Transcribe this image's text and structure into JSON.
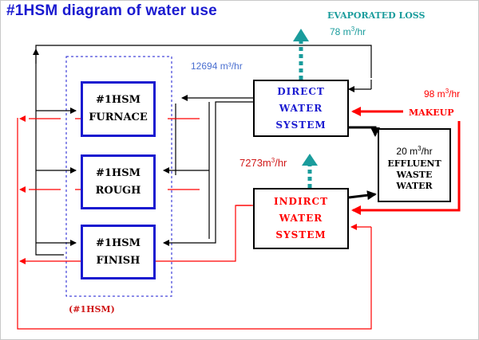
{
  "title": "#1HSM diagram of water use",
  "colors": {
    "title": "#1a1ad0",
    "red": "#ff0000",
    "teal": "#1a9c9c",
    "blue_box": "#1a1ad0",
    "line": "#000000"
  },
  "nodes": {
    "furnace": "#1HSM\nFURNACE",
    "rough": "#1HSM\nROUGH",
    "finish": "#1HSM\nFINISH",
    "direct": "DIRECT WATER\nSYSTEM",
    "indirect": "INDIRCT WATER\nSYSTEM",
    "effluent_flow": "20 m",
    "effluent_unit_sup": "3",
    "effluent_unit_rest": "/hr",
    "effluent_text": "EFFLUENT\nWASTE WATER"
  },
  "labels": {
    "evaporated_loss": "EVAPORATED LOSS",
    "evaporated_value": "78 m",
    "evaporated_sup": "3",
    "evaporated_rest": "/hr",
    "direct_flow": "12694 m³/hr",
    "indirect_flow": "7273m",
    "indirect_sup": "3",
    "indirect_rest": "/hr",
    "makeup_value": "98 m",
    "makeup_sup": "3",
    "makeup_rest": "/hr",
    "makeup": "MAKEUP",
    "group": "(#1HSM)"
  }
}
